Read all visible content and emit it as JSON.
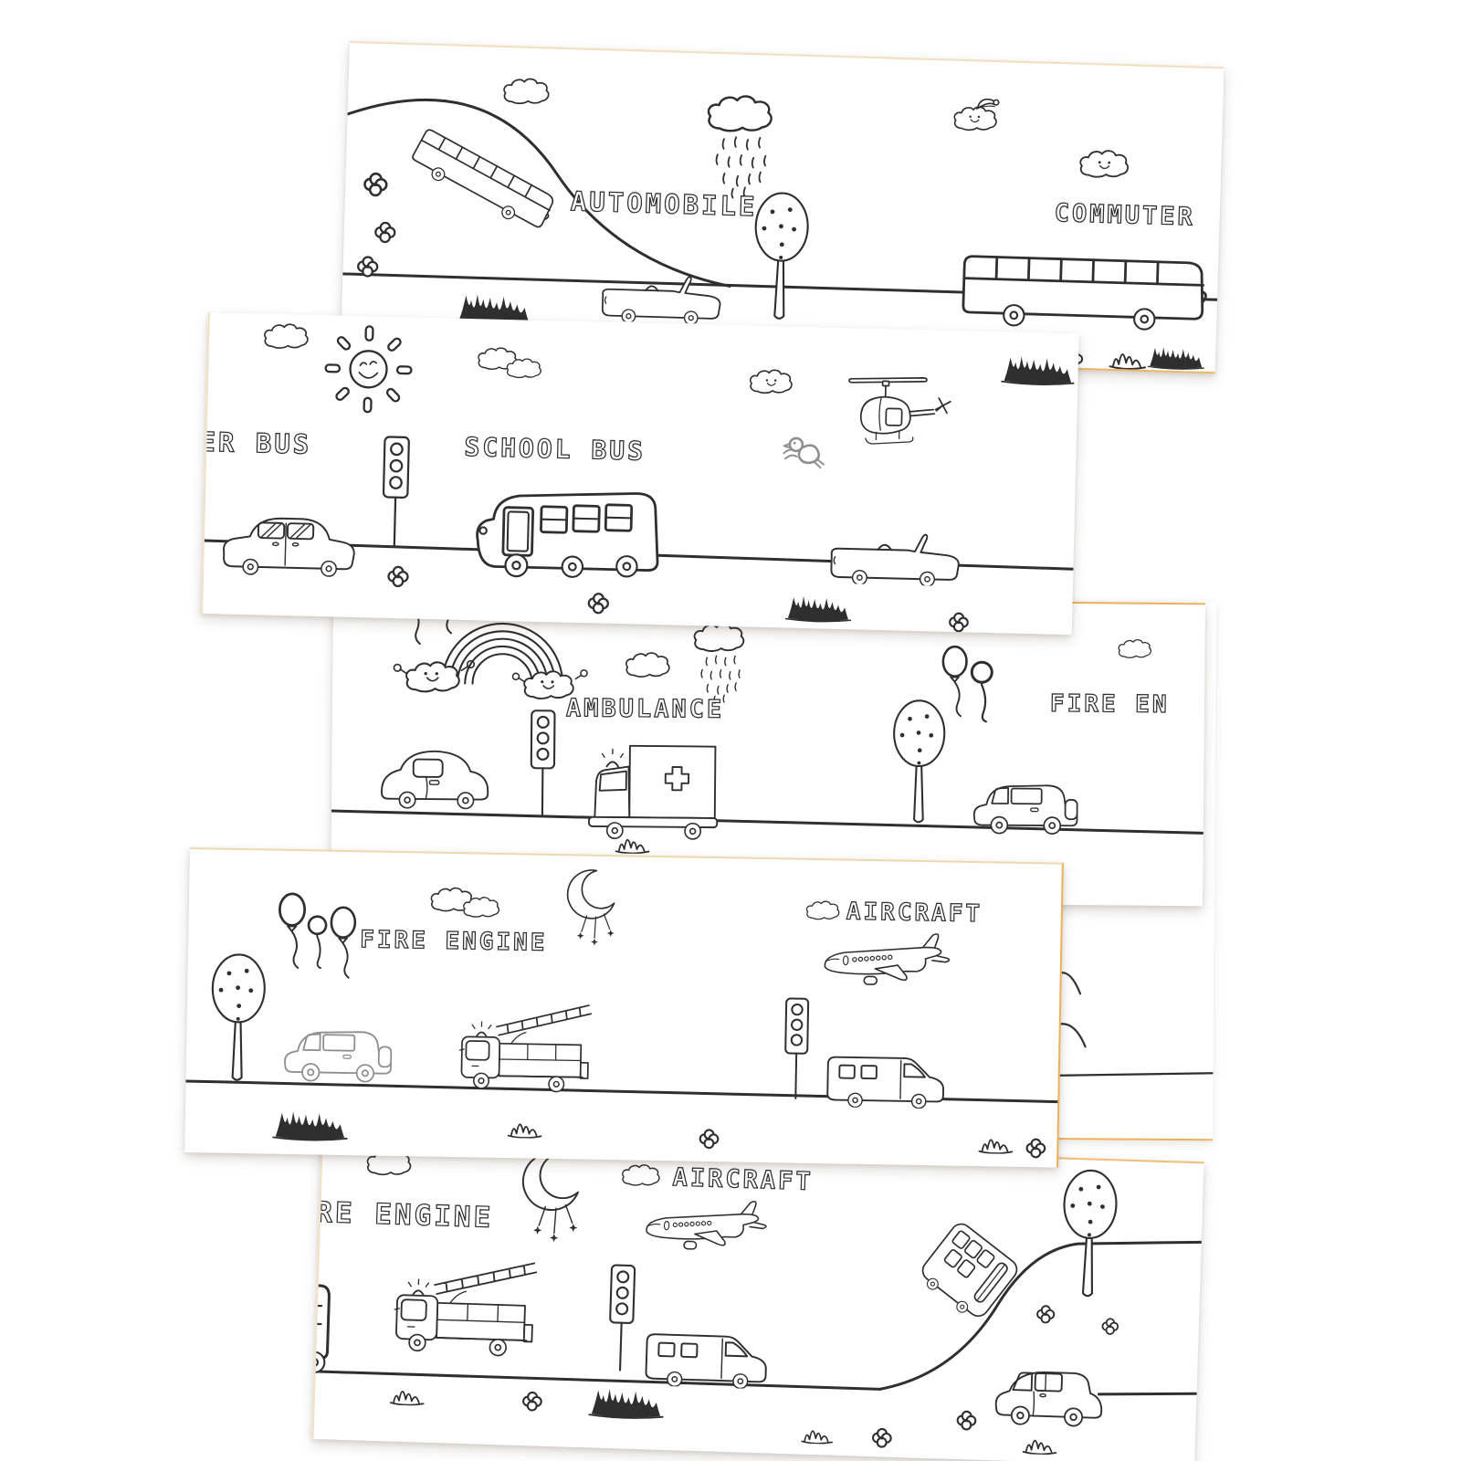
{
  "colors": {
    "background": "#ffffff",
    "paper": "#ffffff",
    "ink": "#2f2f2f",
    "faded_ink": "#8f8f8f",
    "edge_pale": "#f0e0bd",
    "edge_orange": "#e8a33d"
  },
  "photo": {
    "strips": [
      {
        "labels": {
          "left": "AUTOMOBILE",
          "right": "COMMUTER"
        },
        "elements": [
          "hill",
          "bus-downhill",
          "flowers",
          "cloud",
          "rain-cloud",
          "tree",
          "convertible-car",
          "road",
          "grass",
          "santa-hat-cloud",
          "smiley-cloud",
          "commuter-bus"
        ]
      },
      {
        "labels": {
          "left": "ER BUS",
          "right": "SCHOOL BUS"
        },
        "elements": [
          "cloud",
          "smiley-sun",
          "traffic-light",
          "sedan-car",
          "school-bus",
          "smiley-cloud",
          "helicopter",
          "bird",
          "convertible-car",
          "road",
          "grass",
          "flowers"
        ]
      },
      {
        "labels": {
          "left": "AMBULANCE",
          "right": "FIRE EN"
        },
        "elements": [
          "balloons",
          "rainbow",
          "smiley-clouds",
          "beetle-car",
          "traffic-light",
          "ambulance",
          "cloud",
          "rain-cloud",
          "tree",
          "suv",
          "road",
          "grass"
        ]
      },
      {
        "labels": {
          "left": "FIRE ENGINE",
          "right": "AIRCRAFT"
        },
        "elements": [
          "balloons",
          "tree",
          "suv",
          "fire-truck",
          "clouds",
          "moon-with-stars",
          "airplane",
          "traffic-light",
          "van",
          "road",
          "grass",
          "flowers"
        ]
      },
      {
        "labels": {
          "left": "RE ENGINE",
          "right": "AIRCRAFT"
        },
        "elements": [
          "cloud",
          "moon-with-stars",
          "fire-truck",
          "airplane",
          "traffic-light",
          "van",
          "hill",
          "double-decker-bus",
          "tree",
          "city-car",
          "road",
          "grass",
          "flowers"
        ]
      }
    ]
  }
}
